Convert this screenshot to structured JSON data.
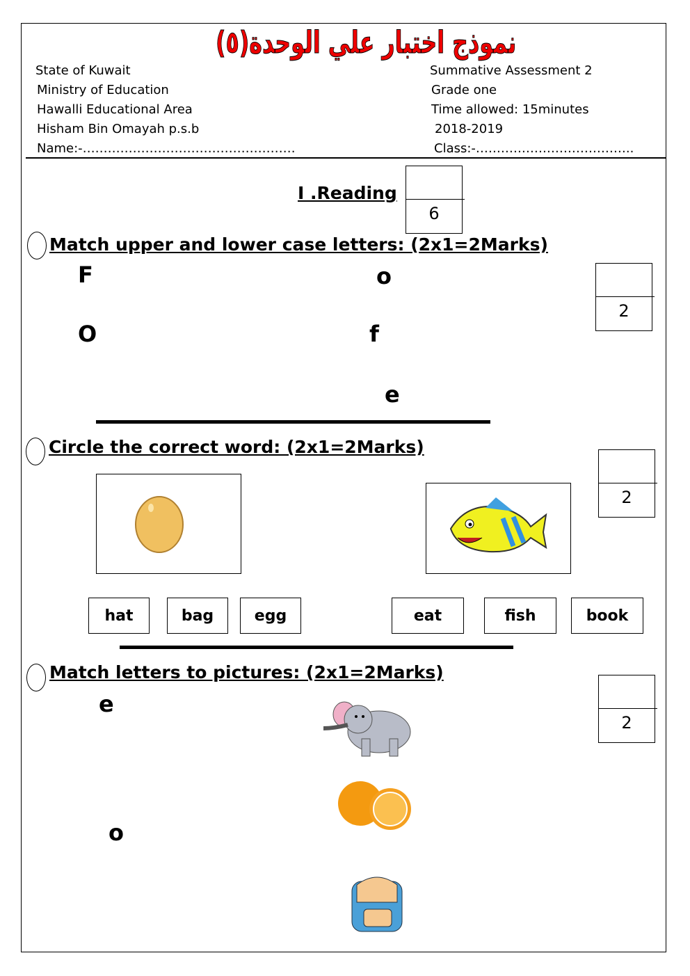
{
  "header": {
    "title_ar": "نموذج اختبار علي الوحدة(٥)",
    "left": [
      "State of Kuwait",
      "Ministry of Education",
      "Hawalli Educational Area",
      "Hisham Bin Omayah p.s.b",
      "Name:-……………………………………………"
    ],
    "right": [
      "Summative Assessment 2",
      "Grade one",
      "Time allowed: 15minutes",
      "2018-2019",
      "Class:-……………………………….."
    ]
  },
  "reading": {
    "title": "I .Reading",
    "mark": "6"
  },
  "sections": [
    {
      "title": "Match upper and lower case letters: (2x1=2Marks)",
      "mark": "2",
      "left_letters": [
        "F",
        "O"
      ],
      "right_letters": [
        "o",
        "f",
        "e"
      ]
    },
    {
      "title": "Circle the correct word: (2x1=2Marks)",
      "mark": "2",
      "pictures": [
        "egg-picture",
        "fish-picture"
      ],
      "words_left": [
        "hat",
        "bag",
        "egg"
      ],
      "words_right": [
        "eat",
        "fish",
        "book"
      ]
    },
    {
      "title": "Match letters to pictures: (2x1=2Marks)",
      "mark": "2",
      "letters": [
        "e",
        "o"
      ],
      "pictures": [
        "elephant-picture",
        "orange-picture",
        "backpack-picture"
      ]
    }
  ]
}
